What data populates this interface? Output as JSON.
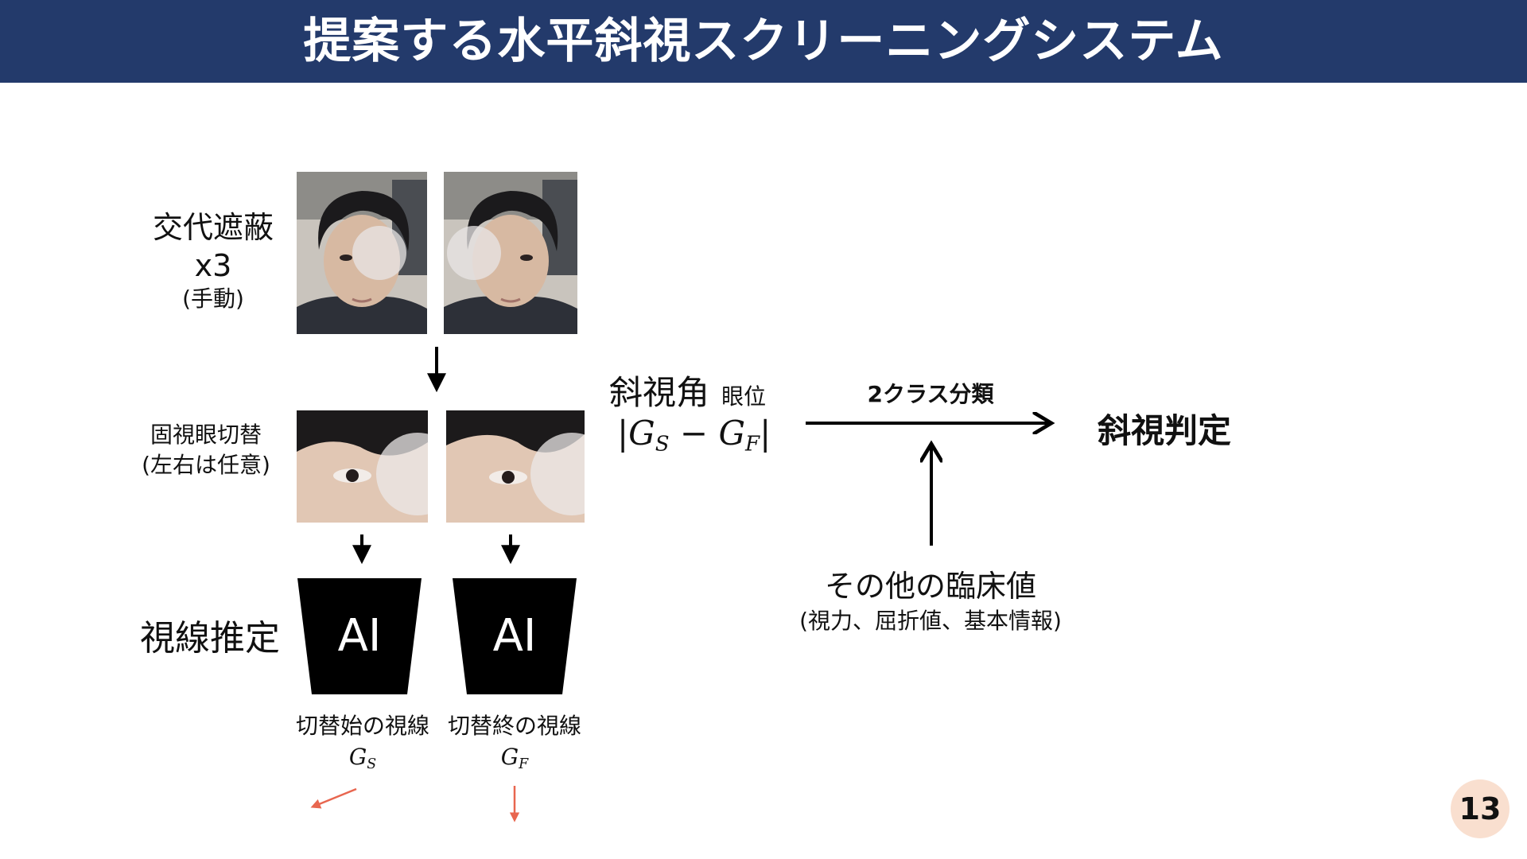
{
  "header": {
    "title": "提案する水平斜視スクリーニングシステム"
  },
  "left": {
    "cover_test": {
      "label": "交代遮蔽",
      "count": "x3",
      "note": "(手動)"
    },
    "fixation_switch": {
      "label": "固視眼切替",
      "note": "(左右は任意)"
    },
    "gaze_estimation": {
      "label": "視線推定"
    },
    "ai_label_1": "AI",
    "ai_label_2": "AI",
    "gaze_start": {
      "label": "切替始の視線",
      "symbol": "G",
      "sub": "S"
    },
    "gaze_end": {
      "label": "切替終の視線",
      "symbol": "G",
      "sub": "F"
    }
  },
  "middle": {
    "deviation_angle": "斜視角",
    "eye_position": "眼位",
    "formula": {
      "bar_left": "|",
      "g1": "G",
      "s1": "S",
      "minus": " − ",
      "g2": "G",
      "s2": "F",
      "bar_right": "|"
    }
  },
  "right": {
    "classification": "2クラス分類",
    "result": "斜視判定",
    "other_values": "その他の臨床値",
    "other_values_note": "(視力、屈折値、基本情報)"
  },
  "footer": {
    "page_number": "13"
  },
  "colors": {
    "header_bg": "#233a6b",
    "accent_arrow": "#e8664f",
    "page_badge": "#f9dfcf"
  },
  "icons": [
    "down-arrow-icon",
    "right-arrow-icon",
    "up-arrow-icon",
    "gaze-direction-arrow-icon"
  ]
}
